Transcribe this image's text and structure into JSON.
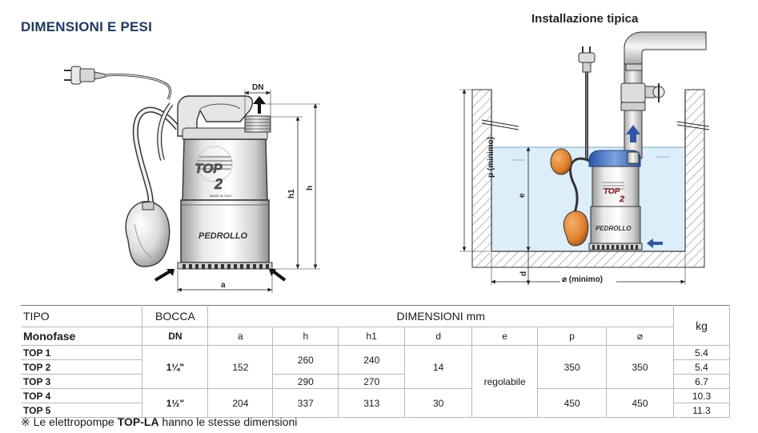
{
  "page": {
    "title": "DIMENSIONI E PESI",
    "install_title": "Installazione tipica"
  },
  "pump_drawing": {
    "labels": {
      "dn": "DN",
      "h1": "h1",
      "h": "h",
      "a": "a"
    },
    "logo_top": "TOP",
    "logo_num": "2",
    "logo_sub": "MADE IN ITALY",
    "brand": "PEDROLLO"
  },
  "install_drawing": {
    "labels": {
      "p": "p (minimo)",
      "e": "e",
      "d": "d",
      "diam": "⌀ (minimo)"
    },
    "logo_top": "TOP",
    "logo_num": "2",
    "brand": "PEDROLLO"
  },
  "table": {
    "header": {
      "tipo": "TIPO",
      "bocca": "BOCCA",
      "dimensioni": "DIMENSIONI mm",
      "kg": "kg",
      "monofase": "Monofase",
      "dn": "DN",
      "cols": [
        "a",
        "h",
        "h1",
        "d",
        "e",
        "p",
        "⌀"
      ]
    },
    "rows": {
      "top1": {
        "name": "TOP 1",
        "kg": "5.4"
      },
      "top2": {
        "name": "TOP 2",
        "kg": "5.4"
      },
      "top3": {
        "name": "TOP 3",
        "kg": "6.7"
      },
      "top4": {
        "name": "TOP 4",
        "kg": "10.3"
      },
      "top5": {
        "name": "TOP 5",
        "kg": "11.3"
      }
    },
    "group1": {
      "dn": "1¼\"",
      "a": "152",
      "h_a": "260",
      "h1_a": "240",
      "h_b": "290",
      "h1_b": "270",
      "d": "14",
      "p": "350",
      "diam": "350"
    },
    "group2": {
      "dn": "1½\"",
      "a": "204",
      "h": "337",
      "h1": "313",
      "d": "30",
      "p": "450",
      "diam": "450"
    },
    "e_value": "regolabile"
  },
  "note": {
    "prefix": "※ Le elettropompe ",
    "model": "TOP-LA",
    "suffix": " hanno le stesse dimensioni"
  },
  "colors": {
    "title": "#1b3a6b",
    "water": "#dbeef9",
    "float": "#e0802a",
    "arrow": "#2e57a6"
  }
}
